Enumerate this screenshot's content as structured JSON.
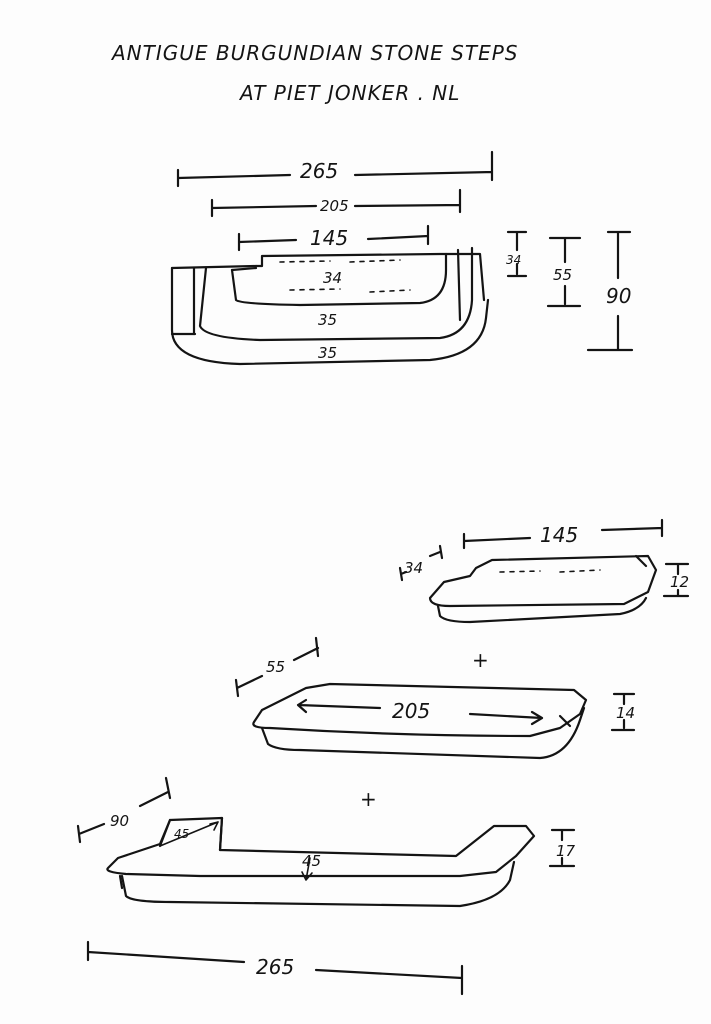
{
  "title": {
    "line1": "ANTIGUE BURGUNDIAN STONE STEPS",
    "line2": "AT PIET JONKER . NL"
  },
  "assembly": {
    "width_total": "265",
    "width_middle": "205",
    "width_top": "145",
    "depth_top": "34",
    "depth_middle": "35",
    "depth_bottom": "35",
    "height_top": "34",
    "height_two": "55",
    "height_total": "90"
  },
  "step_top": {
    "length": "145",
    "depth": "34",
    "thickness": "12"
  },
  "plus_1": "+",
  "step_middle": {
    "depth": "55",
    "length": "205",
    "thickness": "14"
  },
  "plus_2": "+",
  "step_bottom": {
    "depth": "90",
    "notch": "45",
    "inner": "45",
    "thickness": "17",
    "length": "265"
  }
}
